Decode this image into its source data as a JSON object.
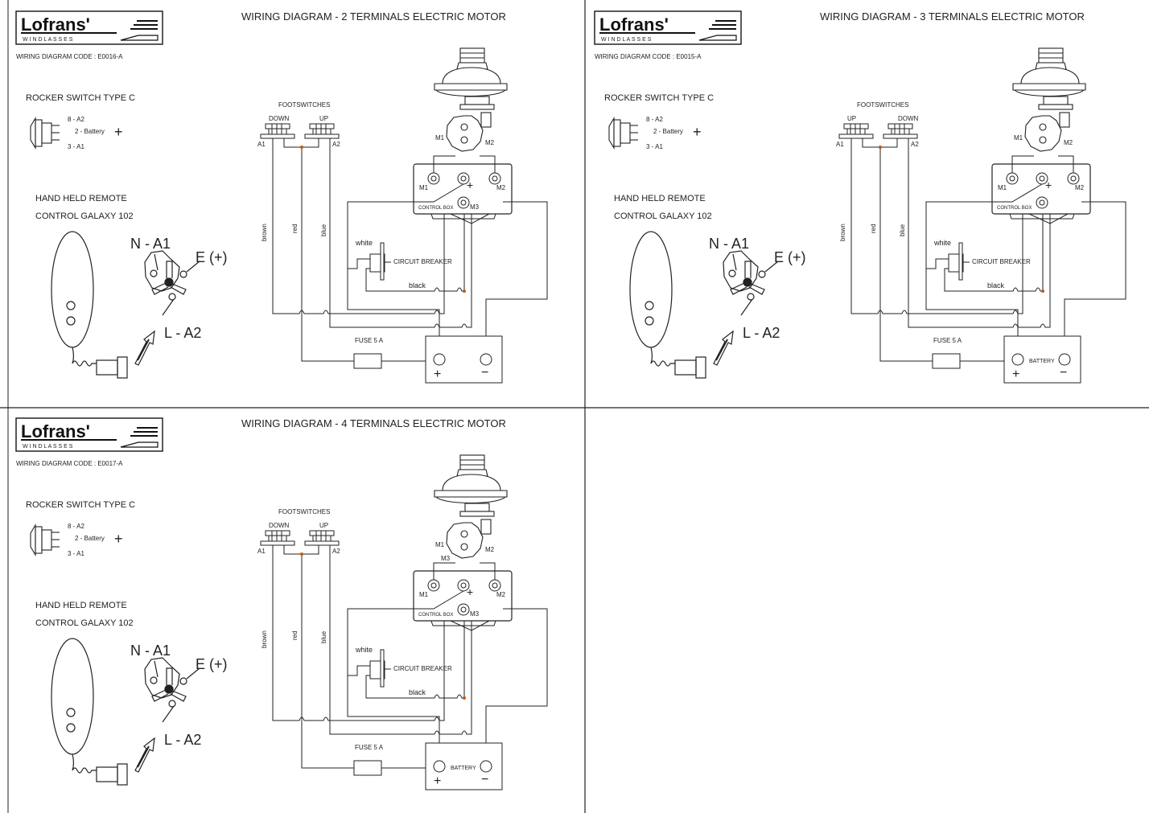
{
  "panels": [
    {
      "logo": {
        "brand": "Lofrans'",
        "tagline": "W I N D L A S S E S"
      },
      "title": "WIRING DIAGRAM - 2 TERMINALS  ELECTRIC  MOTOR",
      "code": "WIRING DIAGRAM CODE : E0016-A",
      "rocker": {
        "title": "ROCKER SWITCH TYPE C",
        "pin1": "8 - A2",
        "pin2": "2 - Battery",
        "pin3": "3 - A1",
        "plus": "+"
      },
      "remote": {
        "line1": "HAND HELD REMOTE",
        "line2": "CONTROL GALAXY 102",
        "n": "N - A1",
        "e": "E (+)",
        "l": "L - A2"
      },
      "footswitches": {
        "label": "FOOTSWITCHES",
        "left": "DOWN",
        "right": "UP",
        "a_left": "A1",
        "a_right": "A2"
      },
      "wires": {
        "brown": "brown",
        "red": "red",
        "blue": "blue",
        "white": "white",
        "black": "black"
      },
      "breaker": "CIRCUIT BREAKER",
      "fuse": "FUSE 5 A",
      "battery": {
        "label": "",
        "plus": "+",
        "minus": "−"
      },
      "motor": {
        "m1": "M1",
        "m2": "M2",
        "m3": ""
      },
      "box": {
        "label": "CONTROL BOX",
        "m1": "M1",
        "plus": "+",
        "m2": "M2",
        "m3": "M3"
      }
    },
    {
      "logo": {
        "brand": "Lofrans'",
        "tagline": "W I N D L A S S E S"
      },
      "title": "WIRING DIAGRAM - 3 TERMINALS  ELECTRIC  MOTOR",
      "code": "WIRING DIAGRAM CODE : E0015-A",
      "rocker": {
        "title": "ROCKER SWITCH TYPE C",
        "pin1": "8 - A2",
        "pin2": "2 - Battery",
        "pin3": "3 - A1",
        "plus": "+"
      },
      "remote": {
        "line1": "HAND HELD REMOTE",
        "line2": "CONTROL GALAXY 102",
        "n": "N - A1",
        "e": "E (+)",
        "l": "L - A2"
      },
      "footswitches": {
        "label": "FOOTSWITCHES",
        "left": "UP",
        "right": "DOWN",
        "a_left": "A1",
        "a_right": "A2"
      },
      "wires": {
        "brown": "brown",
        "red": "red",
        "blue": "blue",
        "white": "white",
        "black": "black"
      },
      "breaker": "CIRCUIT BREAKER",
      "fuse": "FUSE 5 A",
      "battery": {
        "label": "BATTERY",
        "plus": "+",
        "minus": "−"
      },
      "motor": {
        "m1": "M1",
        "m2": "M2",
        "m3": ""
      },
      "box": {
        "label": "CONTROL BOX",
        "m1": "M1",
        "plus": "+",
        "m2": "M2",
        "m3": ""
      }
    },
    {
      "logo": {
        "brand": "Lofrans'",
        "tagline": "W I N D L A S S E S"
      },
      "title": "WIRING DIAGRAM - 4 TERMINALS  ELECTRIC  MOTOR",
      "code": "WIRING DIAGRAM CODE : E0017-A",
      "rocker": {
        "title": "ROCKER SWITCH TYPE C",
        "pin1": "8 - A2",
        "pin2": "2 - Battery",
        "pin3": "3 - A1",
        "plus": "+"
      },
      "remote": {
        "line1": "HAND HELD REMOTE",
        "line2": "CONTROL GALAXY 102",
        "n": "N - A1",
        "e": "E (+)",
        "l": "L - A2"
      },
      "footswitches": {
        "label": "FOOTSWITCHES",
        "left": "DOWN",
        "right": "UP",
        "a_left": "A1",
        "a_right": "A2"
      },
      "wires": {
        "brown": "brown",
        "red": "red",
        "blue": "blue",
        "white": "white",
        "black": "black"
      },
      "breaker": "CIRCUIT BREAKER",
      "fuse": "FUSE 5 A",
      "battery": {
        "label": "BATTERY",
        "plus": "+",
        "minus": "−"
      },
      "motor": {
        "m1": "M1",
        "m2": "M2",
        "m3": "M3"
      },
      "box": {
        "label": "CONTROL BOX",
        "m1": "M1",
        "plus": "+",
        "m2": "M2",
        "m3": "M3"
      }
    }
  ],
  "colors": {
    "line": "#222222",
    "junction": "#c05a10",
    "paper": "#ffffff"
  }
}
